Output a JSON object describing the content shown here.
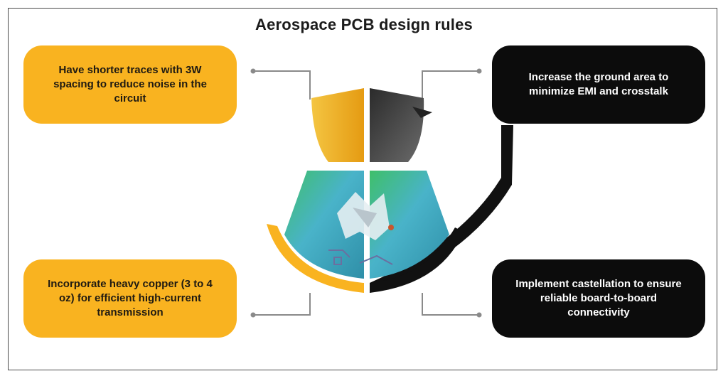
{
  "title": "Aerospace PCB design rules",
  "rules": [
    {
      "text": "Have shorter traces with 3W spacing to reduce noise in the circuit"
    },
    {
      "text": "Increase the ground area to minimize EMI and crosstalk"
    },
    {
      "text": "Incorporate heavy copper (3 to 4 oz) for efficient high-current transmission"
    },
    {
      "text": "Implement castellation to ensure reliable board-to-board connectivity"
    }
  ],
  "colors": {
    "yellow": "#f9b320",
    "dark": "#0c0c0c",
    "connector": "#8a8a8a"
  }
}
